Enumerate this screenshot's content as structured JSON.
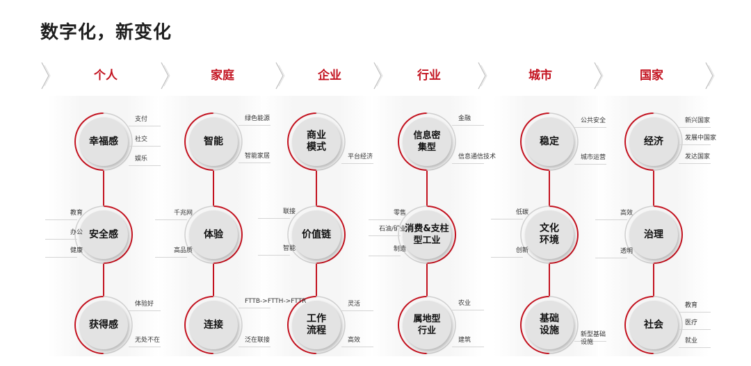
{
  "title": "数字化，新变化",
  "accent": "#c3121f",
  "columns": [
    {
      "header": "个人",
      "nodes": [
        {
          "name": "幸福感",
          "labels": [
            "支付",
            "社交",
            "娱乐"
          ]
        },
        {
          "name": "安全感",
          "labels": [
            "教育",
            "办公",
            "健康"
          ]
        },
        {
          "name": "获得感",
          "labels": [
            "体验好",
            "无处不在"
          ]
        }
      ]
    },
    {
      "header": "家庭",
      "nodes": [
        {
          "name": "智能",
          "labels": [
            "绿色能源",
            "智能家居"
          ]
        },
        {
          "name": "体验",
          "labels": [
            "千兆网",
            "高品质"
          ]
        },
        {
          "name": "连接",
          "labels": [
            "FTTB->FTTH->FTTR",
            "泛在联接"
          ]
        }
      ]
    },
    {
      "header": "企业",
      "nodes": [
        {
          "name": "商业\n模式",
          "labels": [
            "平台经济"
          ]
        },
        {
          "name": "价值链",
          "labels": [
            "联接",
            "智能"
          ]
        },
        {
          "name": "工作\n流程",
          "labels": [
            "灵活",
            "高效"
          ]
        }
      ]
    },
    {
      "header": "行业",
      "nodes": [
        {
          "name": "信息密\n集型",
          "labels": [
            "金融",
            "信息通信技术"
          ]
        },
        {
          "name": "消费&支柱\n型工业",
          "labels": [
            "零售",
            "石油/矿业",
            "制造"
          ]
        },
        {
          "name": "属地型\n行业",
          "labels": [
            "农业",
            "建筑"
          ]
        }
      ]
    },
    {
      "header": "城市",
      "nodes": [
        {
          "name": "稳定",
          "labels": [
            "公共安全",
            "城市运营"
          ]
        },
        {
          "name": "文化\n环境",
          "labels": [
            "低碳",
            "创新"
          ]
        },
        {
          "name": "基础\n设施",
          "labels": [
            "新型基础\n设施"
          ]
        }
      ]
    },
    {
      "header": "国家",
      "nodes": [
        {
          "name": "经济",
          "labels": [
            "新兴国家",
            "发展中国家",
            "发达国家"
          ]
        },
        {
          "name": "治理",
          "labels": [
            "高效",
            "透明"
          ]
        },
        {
          "name": "社会",
          "labels": [
            "教育",
            "医疗",
            "就业"
          ]
        }
      ]
    }
  ]
}
